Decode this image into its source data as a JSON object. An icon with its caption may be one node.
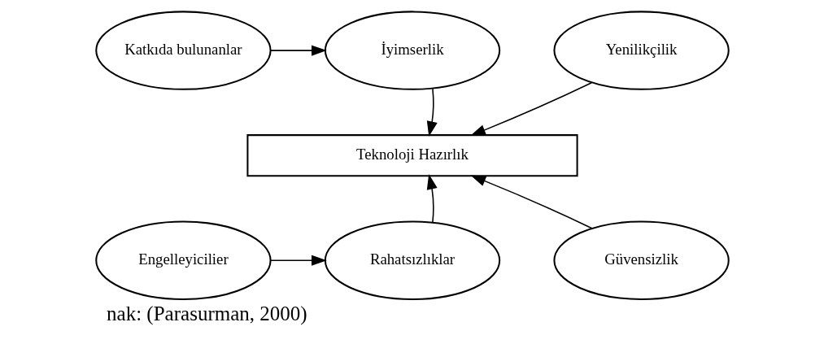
{
  "diagram": {
    "caption": "nak: (Parasurman, 2000)",
    "nodes": [
      {
        "text": [
          "Katkıda bulunanlar"
        ]
      },
      {
        "text": [
          "İyimserlik"
        ]
      },
      {
        "text": [
          "Yenilikçilik"
        ]
      },
      {
        "text": [
          "Teknoloji Hazırlık"
        ]
      },
      {
        "text": [
          "Engelleyicilier"
        ]
      },
      {
        "text": [
          "Rahatsızlıklar"
        ]
      },
      {
        "text": [
          "Güvensizlik"
        ]
      }
    ],
    "edges": [
      {
        "from": 0,
        "to": 1,
        "arrow": "to"
      },
      {
        "from": 1,
        "to": 3,
        "arrow": "to"
      },
      {
        "from": 2,
        "to": 3,
        "arrow": "to"
      },
      {
        "from": 4,
        "to": 5,
        "arrow": "to"
      },
      {
        "from": 5,
        "to": 3,
        "arrow": "to"
      },
      {
        "from": 6,
        "to": 3,
        "arrow": "to"
      }
    ]
  }
}
